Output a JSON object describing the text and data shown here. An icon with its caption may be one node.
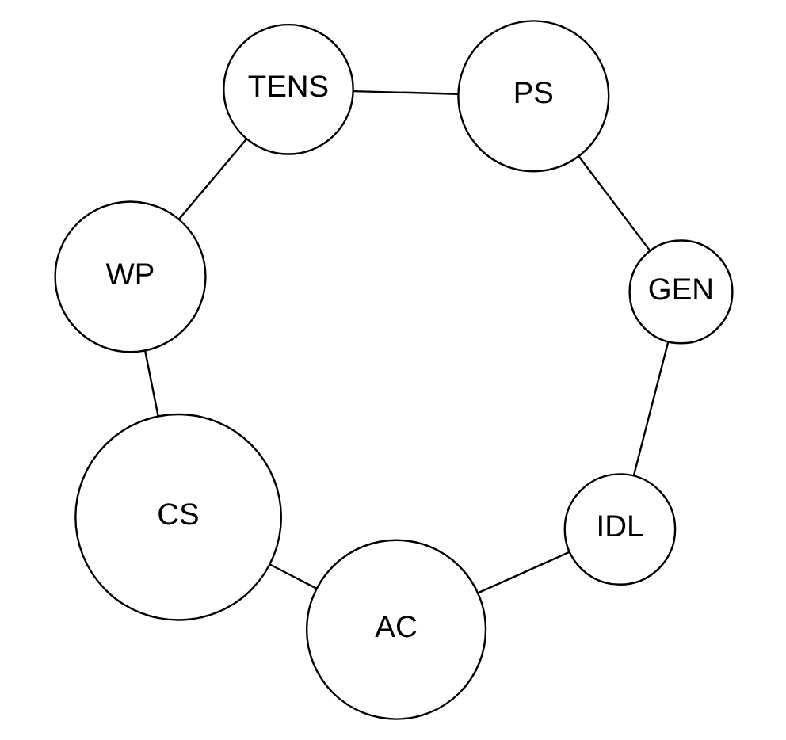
{
  "diagram": {
    "nodes": [
      {
        "text": [
          "PS"
        ]
      },
      {
        "text": [
          "TENS"
        ]
      },
      {
        "text": [
          "WP"
        ]
      },
      {
        "text": [
          "IDL"
        ]
      },
      {
        "text": [
          "GEN"
        ]
      },
      {
        "text": [
          "CS"
        ]
      },
      {
        "text": [
          "AC"
        ]
      }
    ],
    "edges": [
      {
        "from": 0,
        "to": 4,
        "arrow": "none"
      },
      {
        "from": 4,
        "to": 3,
        "arrow": "none"
      },
      {
        "from": 3,
        "to": 6,
        "arrow": "none"
      },
      {
        "from": 6,
        "to": 5,
        "arrow": "none"
      },
      {
        "from": 5,
        "to": 2,
        "arrow": "none"
      },
      {
        "from": 2,
        "to": 1,
        "arrow": "none"
      },
      {
        "from": 1,
        "to": 0,
        "arrow": "none"
      }
    ]
  }
}
